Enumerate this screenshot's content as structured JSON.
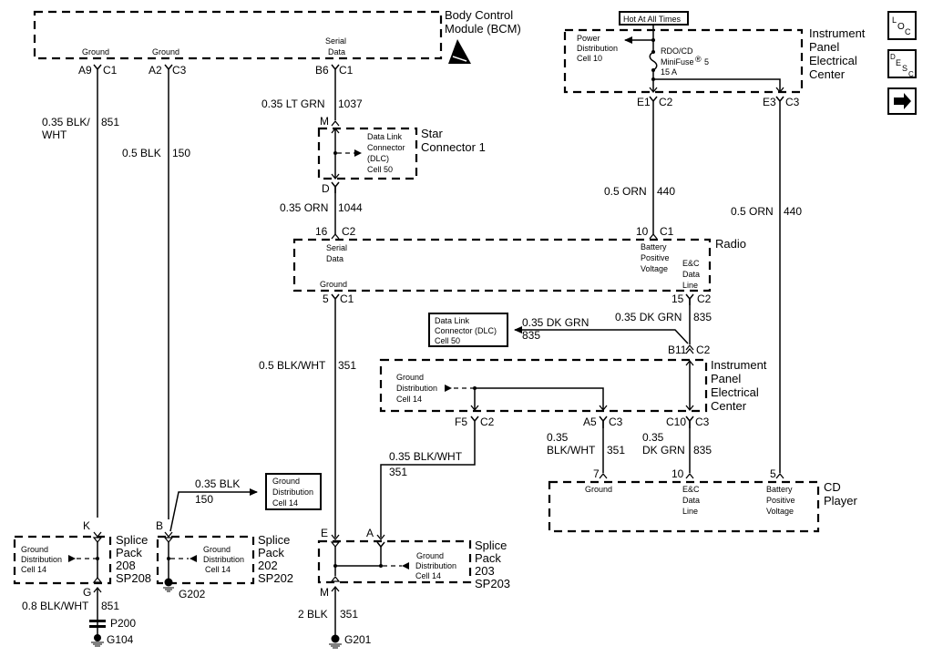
{
  "bcm": {
    "title_line1": "Body Control",
    "title_line2": "Module (BCM)",
    "pin_ground1": "Ground",
    "pin_ground2": "Ground",
    "pin_serial1": "Serial",
    "pin_serial2": "Data",
    "conn_a9": "A9",
    "conn_a9_c": "C1",
    "conn_a2": "A2",
    "conn_a2_c": "C3",
    "conn_b6": "B6",
    "conn_b6_c": "C1"
  },
  "ipec_top": {
    "hot_label": "Hot At All Times",
    "title_line1": "Instrument",
    "title_line2": "Panel",
    "title_line3": "Electrical",
    "title_line4": "Center",
    "power_dist1": "Power",
    "power_dist2": "Distribution",
    "power_dist3": "Cell 10",
    "fuse1": "RDO/CD",
    "fuse2": "MiniFuse",
    "fuse_reg": "®",
    "fuse_num": "5",
    "fuse3": "15 A",
    "conn_e1": "E1",
    "conn_e1_c": "C2",
    "conn_e3": "E3",
    "conn_e3_c": "C3"
  },
  "nav_buttons": {
    "loc_l": "L",
    "loc_o": "O",
    "loc_c": "C",
    "desc_d": "D",
    "desc_e": "E",
    "desc_s": "S",
    "desc_c": "C",
    "next_arrow": "➜"
  },
  "wires": {
    "w851_gauge1": "0.35 BLK/",
    "w851_gauge2": "WHT",
    "w851_num": "851",
    "w150_gauge": "0.5 BLK",
    "w150_num": "150",
    "w1037_gauge": "0.35 LT GRN",
    "w1037_num": "1037",
    "w1044_gauge": "0.35 ORN",
    "w1044_num": "1044",
    "w440a_gauge": "0.5 ORN",
    "w440a_num": "440",
    "w440b_gauge": "0.5 ORN",
    "w440b_num": "440",
    "w835a_gauge": "0.35 DK GRN",
    "w835a_num": "835",
    "w835_dlc_gauge": "0.35 DK GRN",
    "w835_dlc_num": "835",
    "w351a_gauge": "0.5 BLK/WHT",
    "w351a_num": "351",
    "w351b_gauge": "0.35 BLK/WHT",
    "w351b_num": "351",
    "w351c_gauge1": "0.35",
    "w351c_gauge2": "BLK/WHT",
    "w351c_num": "351",
    "w835b_gauge1": "0.35",
    "w835b_gauge2": "DK GRN",
    "w835b_num": "835",
    "w150b_gauge": "0.35 BLK",
    "w150b_num": "150",
    "w851b_gauge": "0.8 BLK/WHT",
    "w851b_num": "851",
    "w351d_gauge": "2 BLK",
    "w351d_num": "351"
  },
  "star": {
    "title1": "Star",
    "title2": "Connector 1",
    "dlc1": "Data Link",
    "dlc2": "Connector",
    "dlc3": "(DLC)",
    "dlc4": "Cell 50",
    "pin_m": "M",
    "pin_d": "D"
  },
  "radio": {
    "title": "Radio",
    "conn16": "16",
    "conn16_c": "C2",
    "serial1": "Serial",
    "serial2": "Data",
    "ground": "Ground",
    "conn10": "10",
    "conn10_c": "C1",
    "bat1": "Battery",
    "bat2": "Positive",
    "bat3": "Voltage",
    "ec1": "E&C",
    "ec2": "Data",
    "ec3": "Line",
    "conn5": "5",
    "conn5_c": "C1",
    "conn15": "15",
    "conn15_c": "C2"
  },
  "dlc_box": {
    "line1": "Data Link",
    "line2": "Connector (DLC)",
    "line3": "Cell 50"
  },
  "ipec_mid": {
    "title1": "Instrument",
    "title2": "Panel",
    "title3": "Electrical",
    "title4": "Center",
    "conn_b11": "B11",
    "conn_b11_c": "C2",
    "gd1": "Ground",
    "gd2": "Distribution",
    "gd3": "Cell 14",
    "conn_f5": "F5",
    "conn_f5_c": "C2",
    "conn_a5": "A5",
    "conn_a5_c": "C3",
    "conn_c10": "C10",
    "conn_c10_c": "C3"
  },
  "cd_player": {
    "title1": "CD",
    "title2": "Player",
    "pin7": "7",
    "ground": "Ground",
    "pin10": "10",
    "ec1": "E&C",
    "ec2": "Data",
    "ec3": "Line",
    "pin5": "5",
    "bat1": "Battery",
    "bat2": "Positive",
    "bat3": "Voltage"
  },
  "gd_box": {
    "line1": "Ground",
    "line2": "Distribution",
    "line3": "Cell 14"
  },
  "sp208": {
    "pin_k": "K",
    "pin_g": "G",
    "t1": "Splice",
    "t2": "Pack",
    "t3": "208",
    "t4": "SP208",
    "gd1": "Ground",
    "gd2": "Distribution",
    "gd3": "Cell 14"
  },
  "sp202": {
    "pin_b": "B",
    "t1": "Splice",
    "t2": "Pack",
    "t3": "202",
    "t4": "SP202",
    "gd1": "Ground",
    "gd2": "Distribution",
    "gd3": "Cell 14"
  },
  "sp203": {
    "pin_e": "E",
    "pin_a": "A",
    "pin_m": "M",
    "t1": "Splice",
    "t2": "Pack",
    "t3": "203",
    "t4": "SP203",
    "gd1": "Ground",
    "gd2": "Distribution",
    "gd3": "Cell 14"
  },
  "grounds": {
    "p200": "P200",
    "g104": "G104",
    "g202": "G202",
    "g201": "G201"
  }
}
